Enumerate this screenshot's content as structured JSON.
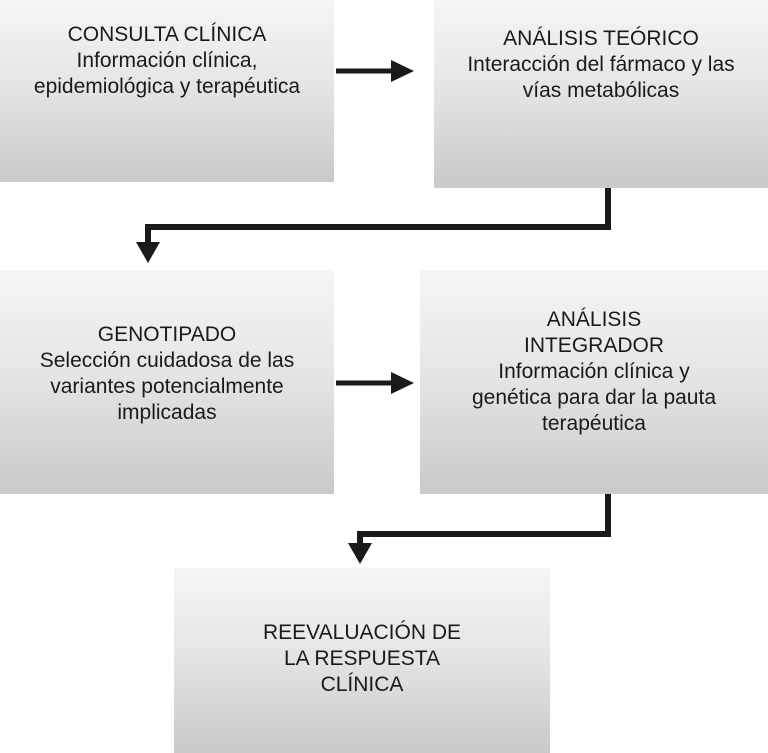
{
  "boxes": {
    "consulta": {
      "title": "CONSULTA CLÍNICA",
      "lines": [
        "Información clínica,",
        "epidemiológica y terapéutica"
      ]
    },
    "analisis_teorico": {
      "title": "ANÁLISIS TEÓRICO",
      "lines": [
        "Interacción del fármaco y las",
        "vías metabólicas"
      ]
    },
    "genotipado": {
      "title": "GENOTIPADO",
      "lines": [
        "Selección cuidadosa de las",
        "variantes potencialmente",
        "implicadas"
      ]
    },
    "integrador": {
      "title_lines": [
        "ANÁLISIS",
        "INTEGRADOR"
      ],
      "lines": [
        "Información clínica y",
        "genética para dar la pauta",
        "terapéutica"
      ]
    },
    "reevaluacion": {
      "title_lines": [
        "REEVALUACIÓN DE",
        "LA RESPUESTA",
        "CLÍNICA"
      ]
    }
  },
  "colors": {
    "arrow": "#1a1a1a",
    "box_top": "#f5f5f5",
    "box_bottom": "#c9c9c9"
  }
}
